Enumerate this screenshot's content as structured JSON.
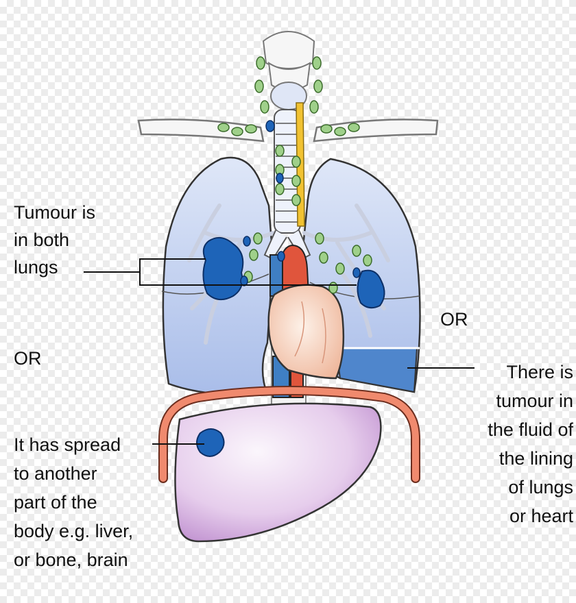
{
  "labels": {
    "both_lungs": [
      "Tumour is",
      "in both",
      "lungs"
    ],
    "or_left": "OR",
    "or_right": "OR",
    "spread": [
      "It has spread",
      "to another",
      "part of the",
      "body e.g. liver,",
      "or bone, brain"
    ],
    "fluid": [
      "There is",
      "tumour in",
      "the fluid of",
      "the lining",
      "of lungs",
      "or heart"
    ]
  },
  "colors": {
    "tumour": "#1e64b8",
    "lung": "#b8c8ec",
    "lymph_node": "#9fd08a",
    "heart": "#f3c9ae",
    "liver": "#d7b3e2",
    "diaphragm": "#f08a6e",
    "aorta": "#e0553c",
    "vena_cava": "#3f7fc4",
    "esophagus": "#f1c232",
    "bone": "#f4f4f4"
  }
}
